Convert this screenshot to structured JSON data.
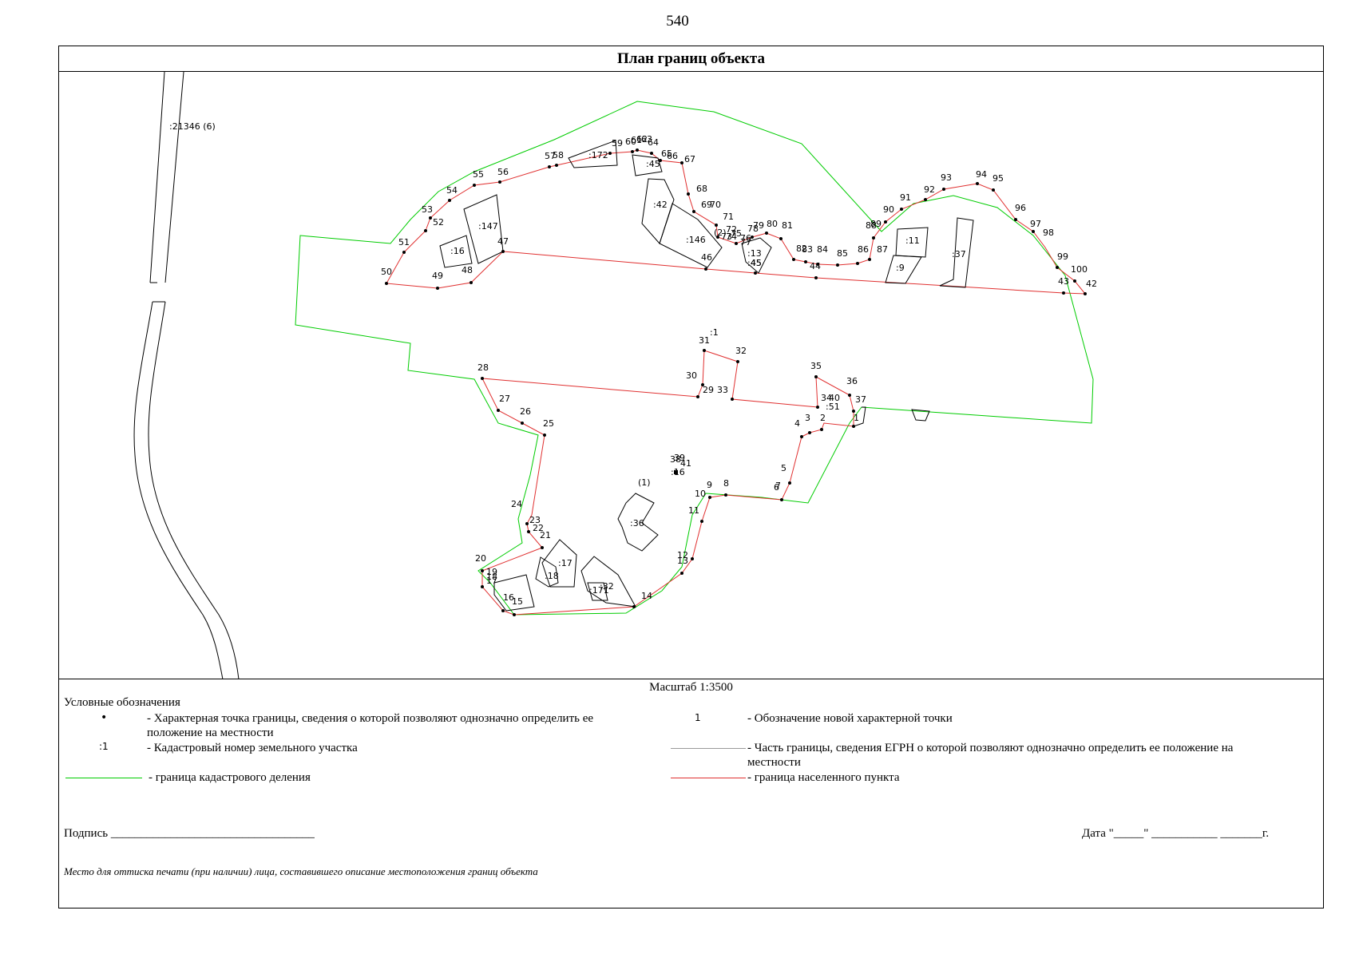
{
  "page_number": "540",
  "title": "План границ объекта",
  "scale": "Масштаб 1:3500",
  "legend": {
    "title": "Условные обозначения",
    "items": [
      {
        "symbol": "•",
        "text": "- Характерная точка границы, сведения о которой позволяют однозначно определить ее положение на местности"
      },
      {
        "symbol": ":1",
        "text": "- Кадастровый номер земельного участка"
      },
      {
        "symbol": "",
        "text": "- граница кадастрового деления",
        "color": "#00cc00"
      },
      {
        "symbol": "1",
        "text": "- Обозначение новой характерной точки"
      },
      {
        "symbol": "",
        "text": "- Часть границы, сведения ЕГРН о которой позволяют однозначно определить ее положение на местности",
        "color": "#999999"
      },
      {
        "symbol": "",
        "text": "- граница населенного пункта",
        "color": "#e03030"
      }
    ]
  },
  "signature": "Подпись __________________________________",
  "date": "Дата \"_____\" ___________ _______г.",
  "stamp_note": "Место для оттиска печати (при наличии) лица, составившего описание местоположения границ объекта",
  "map": {
    "colors": {
      "cadastral_division": "#00cc00",
      "settlement": "#e03030",
      "parcels": "#000000"
    },
    "parcel_labels": [
      ":21346 (6)",
      ":147",
      ":16",
      ":172",
      ":45",
      ":42",
      ":146",
      ":13",
      ":45",
      ":11",
      ":9",
      ":37",
      ":1",
      ":51",
      ":16",
      ":36",
      ":17",
      ":18",
      ":171",
      ":32",
      "(1)",
      "(2)"
    ],
    "point_labels": [
      "1",
      "2",
      "3",
      "4",
      "5",
      "6",
      "7",
      "8",
      "9",
      "10",
      "11",
      "12",
      "13",
      "14",
      "15",
      "16",
      "17",
      "18",
      "19",
      "20",
      "21",
      "22",
      "23",
      "24",
      "25",
      "26",
      "27",
      "28",
      "29",
      "30",
      "31",
      "32",
      "33",
      "34",
      "35",
      "36",
      "37",
      "38",
      "39",
      "40",
      "41",
      "42",
      "43",
      "44",
      "45",
      "46",
      "47",
      "48",
      "49",
      "50",
      "51",
      "52",
      "53",
      "54",
      "55",
      "56",
      "57",
      "58",
      "59",
      "60",
      "61",
      "62",
      "63",
      "64",
      "65",
      "66",
      "67",
      "68",
      "69",
      "70",
      "71",
      "72",
      "73",
      "74",
      "75",
      "76",
      "77",
      "78",
      "79",
      "80",
      "81",
      "82",
      "83",
      "84",
      "85",
      "86",
      "87",
      "88",
      "89",
      "90",
      "91",
      "92",
      "93",
      "94",
      "95",
      "96",
      "97",
      "98",
      "99",
      "100"
    ]
  }
}
